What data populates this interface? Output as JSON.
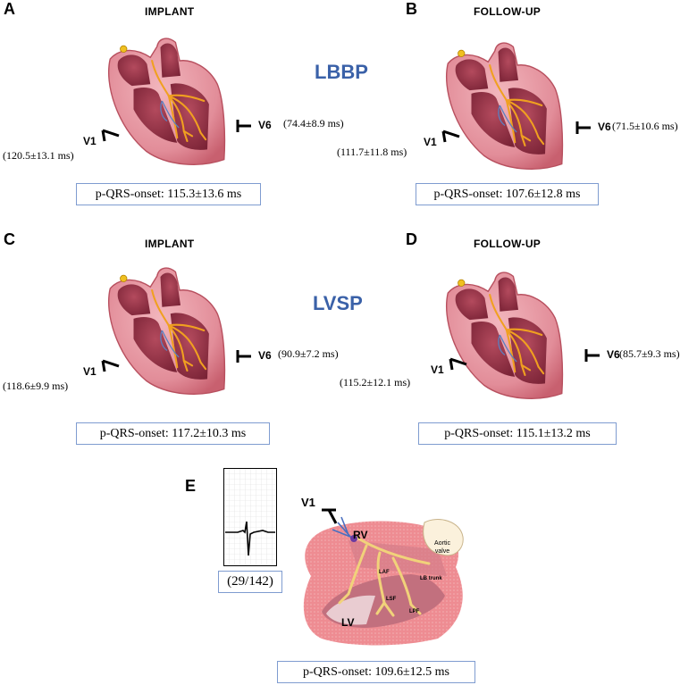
{
  "panels": [
    {
      "letter": "A",
      "title": "IMPLANT",
      "v1": "V1",
      "v6": "V6",
      "v1_value": "(120.5±13.1 ms)",
      "v6_value": "(74.4±8.9 ms)",
      "pqrs": "p-QRS-onset: 115.3±13.6 ms"
    },
    {
      "letter": "B",
      "title": "FOLLOW-UP",
      "v1": "V1",
      "v6": "V6",
      "v1_value": "(111.7±11.8 ms)",
      "v6_value": "(71.5±10.6 ms)",
      "pqrs": "p-QRS-onset: 107.6±12.8 ms"
    },
    {
      "letter": "C",
      "title": "IMPLANT",
      "v1": "V1",
      "v6": "V6",
      "v1_value": "(118.6±9.9 ms)",
      "v6_value": "(90.9±7.2 ms)",
      "pqrs": "p-QRS-onset: 117.2±10.3 ms"
    },
    {
      "letter": "D",
      "title": "FOLLOW-UP",
      "v1": "V1",
      "v6": "V6",
      "v1_value": "(115.2±12.1 ms)",
      "v6_value": "(85.7±9.3 ms)",
      "pqrs": "p-QRS-onset: 115.1±13.2 ms"
    }
  ],
  "modes": {
    "top": "LBBP",
    "middle": "LVSP"
  },
  "panel_e": {
    "letter": "E",
    "ecg_ratio": "(29/142)",
    "v1": "V1",
    "labels": {
      "rv": "RV",
      "lv": "LV",
      "aortic": "Aortic valve",
      "laf": "LAF",
      "lb_trunk": "LB trunk",
      "lsf": "LSF",
      "lpf": "LPF"
    },
    "pqrs": "p-QRS-onset: 109.6±12.5 ms"
  },
  "colors": {
    "accent_blue": "#3a61a8",
    "box_border": "#7f9cd0",
    "heart_pink": "#e59aa4",
    "heart_dark": "#9c3a4d",
    "conduction": "#f0a020",
    "purkinje_blue": "#5a7fc0"
  }
}
